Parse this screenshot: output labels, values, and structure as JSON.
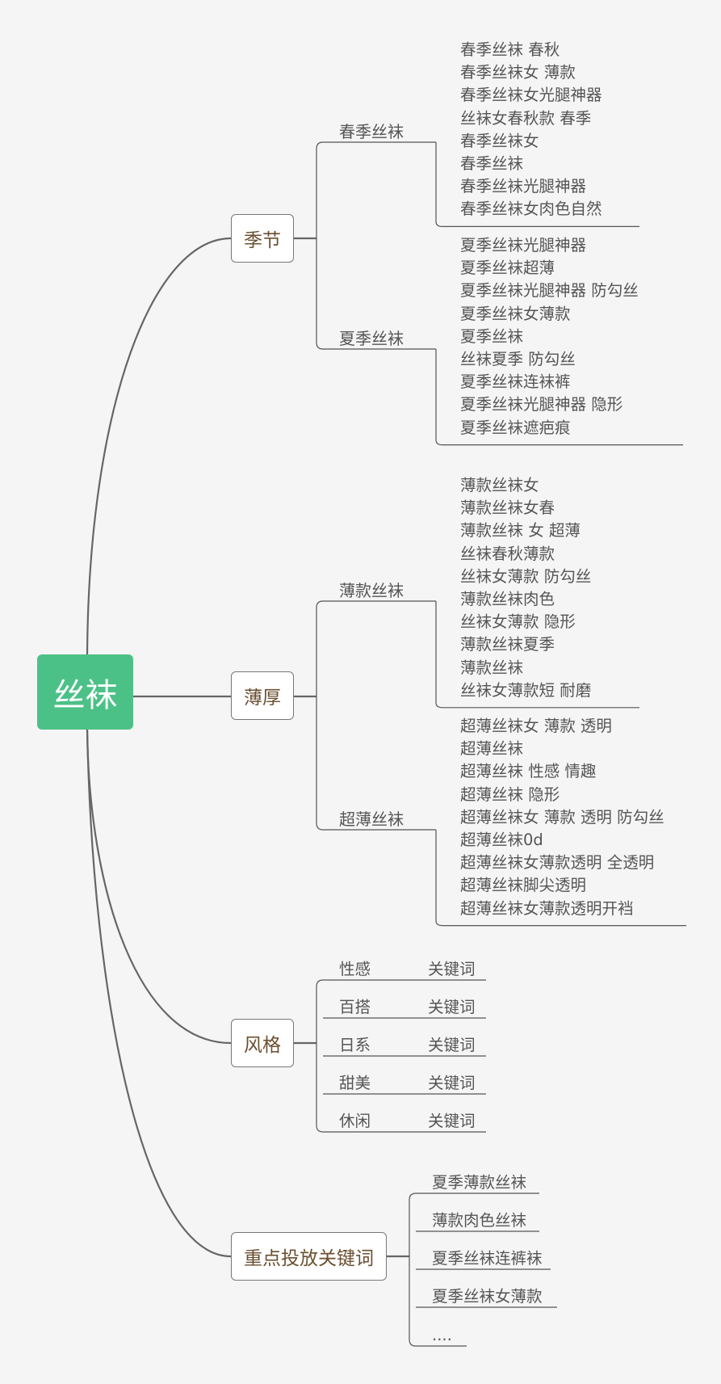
{
  "root": {
    "label": "丝袜"
  },
  "branches": [
    {
      "label": "季节",
      "subs": [
        {
          "label": "春季丝袜",
          "items": [
            "春季丝袜 春秋",
            "春季丝袜女 薄款",
            "春季丝袜女光腿神器",
            "丝袜女春秋款 春季",
            "春季丝袜女",
            "春季丝袜",
            "春季丝袜光腿神器",
            "春季丝袜女肉色自然"
          ]
        },
        {
          "label": "夏季丝袜",
          "items": [
            "夏季丝袜光腿神器",
            "夏季丝袜超薄",
            "夏季丝袜光腿神器 防勾丝",
            "夏季丝袜女薄款",
            "夏季丝袜",
            "丝袜夏季 防勾丝",
            "夏季丝袜连袜裤",
            "夏季丝袜光腿神器 隐形",
            "夏季丝袜遮疤痕"
          ]
        }
      ]
    },
    {
      "label": "薄厚",
      "subs": [
        {
          "label": "薄款丝袜",
          "items": [
            "薄款丝袜女",
            "薄款丝袜女春",
            "薄款丝袜 女 超薄",
            "丝袜春秋薄款",
            "丝袜女薄款 防勾丝",
            "薄款丝袜肉色",
            "丝袜女薄款 隐形",
            "薄款丝袜夏季",
            "薄款丝袜",
            "丝袜女薄款短 耐磨"
          ]
        },
        {
          "label": "超薄丝袜",
          "items": [
            "超薄丝袜女 薄款 透明",
            "超薄丝袜",
            "超薄丝袜 性感 情趣",
            "超薄丝袜 隐形",
            "超薄丝袜女 薄款 透明 防勾丝",
            "超薄丝袜0d",
            "超薄丝袜女薄款透明 全透明",
            "超薄丝袜脚尖透明",
            "超薄丝袜女薄款透明开裆"
          ]
        }
      ]
    },
    {
      "label": "风格",
      "styles": [
        {
          "label": "性感",
          "kw": "关键词"
        },
        {
          "label": "百搭",
          "kw": "关键词"
        },
        {
          "label": "日系",
          "kw": "关键词"
        },
        {
          "label": "甜美",
          "kw": "关键词"
        },
        {
          "label": "休闲",
          "kw": "关键词"
        }
      ]
    },
    {
      "label": "重点投放关键词",
      "items": [
        "夏季薄款丝袜",
        "薄款肉色丝袜",
        "夏季丝袜连裤袜",
        "夏季丝袜女薄款",
        "...."
      ]
    }
  ]
}
